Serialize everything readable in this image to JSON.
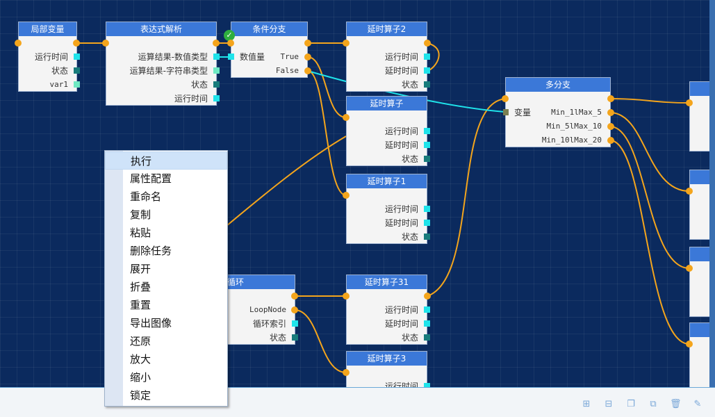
{
  "nodes": {
    "local_var": {
      "title": "局部变量",
      "outputs": [
        "运行时间",
        "状态",
        "var1"
      ]
    },
    "expr": {
      "title": "表达式解析",
      "outputs": [
        "运算结果-数值类型",
        "运算结果-字符串类型",
        "状态",
        "运行时间"
      ]
    },
    "cond": {
      "title": "条件分支",
      "input": "数值量",
      "outputs": [
        "True",
        "False"
      ]
    },
    "delay2": {
      "title": "延时算子2",
      "outputs": [
        "运行时间",
        "延时时间",
        "状态"
      ]
    },
    "delay": {
      "title": "延时算子",
      "outputs": [
        "运行时间",
        "延时时间",
        "状态"
      ]
    },
    "delay1": {
      "title": "延时算子1",
      "outputs": [
        "运行时间",
        "延时时间",
        "状态"
      ]
    },
    "multi": {
      "title": "多分支",
      "input": "变量",
      "outputs": [
        "Min_1lMax_5",
        "Min_5lMax_10",
        "Min_10lMax_20"
      ]
    },
    "loop": {
      "title": "循环",
      "outputs": [
        "LoopNode",
        "循环索引",
        "状态"
      ]
    },
    "delay31": {
      "title": "延时算子31",
      "outputs": [
        "运行时间",
        "延时时间",
        "状态"
      ]
    },
    "delay3": {
      "title": "延时算子3",
      "outputs": [
        "运行时间"
      ]
    }
  },
  "context_menu": {
    "items": [
      "执行",
      "属性配置",
      "重命名",
      "复制",
      "粘贴",
      "删除任务",
      "展开",
      "折叠",
      "重置",
      "导出图像",
      "还原",
      "放大",
      "缩小",
      "锁定"
    ],
    "highlighted": "执行"
  },
  "toolbar_icons": [
    "align-icon",
    "layout-icon",
    "copy-icon",
    "duplicate-icon",
    "delete-icon",
    "clear-icon"
  ],
  "colors": {
    "canvas": "#0b2a5e",
    "header": "#3b78d8",
    "wire": "#f4a51c",
    "wire_active": "#1fe3ea"
  }
}
